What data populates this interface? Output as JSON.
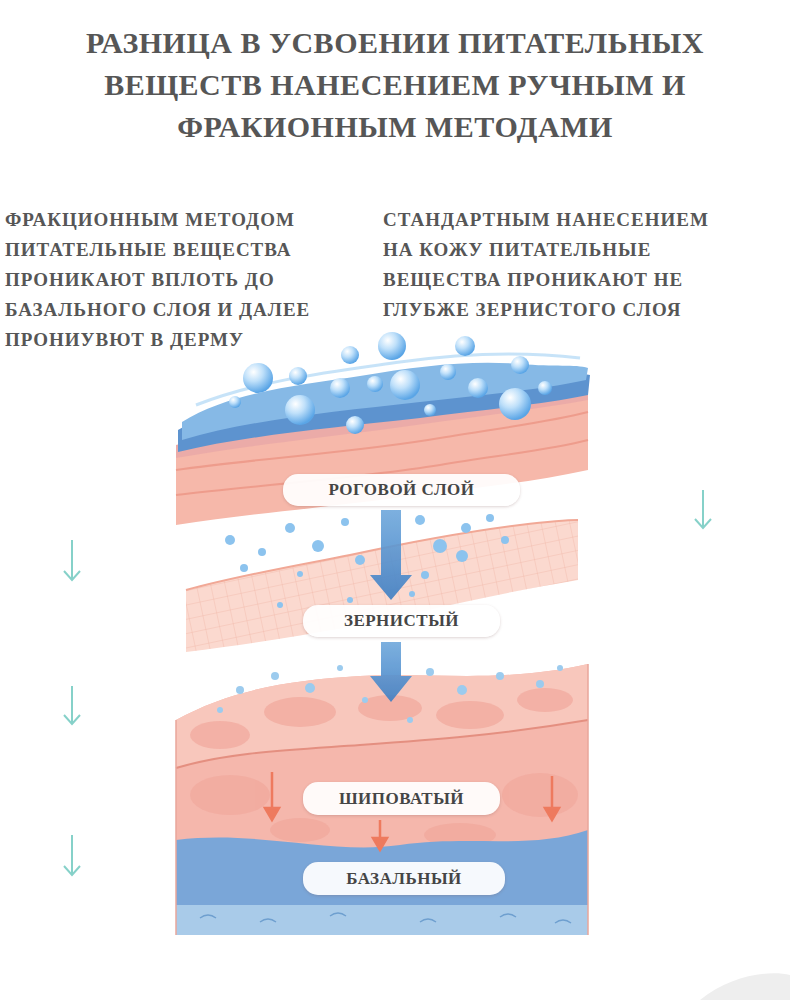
{
  "diagram": {
    "title": "РАЗНИЦА В УСВОЕНИИ ПИТАТЕЛЬНЫХ ВЕЩЕСТВ НАНЕСЕНИЕМ РУЧНЫМ И ФРАКИОННЫМ МЕТОДАМИ",
    "nodes": [
      {
        "text": [
          "РОГОВОЙ СЛОЙ"
        ]
      },
      {
        "text": [
          "ЗЕРНИСТЫЙ"
        ]
      },
      {
        "text": [
          "ШИПОВАТЫЙ"
        ]
      },
      {
        "text": [
          "БАЗАЛЬНЫЙ"
        ]
      }
    ],
    "labels": [
      "ФРАКЦИОННЫМ МЕТОДОМ ПИТАТЕЛЬНЫЕ ВЕЩЕСТВА ПРОНИКАЮТ ВПЛОТЬ ДО БАЗАЛЬНОГО СЛОЯ И ДАЛЕЕ ПРОНИУВЮТ В ДЕРМУ",
      "СТАНДАРТНЫМ НАНЕСЕНИЕМ НА КОЖУ ПИТАТЕЛЬНЫЕ ВЕЩЕСТВА ПРОНИКАЮТ НЕ ГЛУБЖЕ ЗЕРНИСТОГО СЛОЯ"
    ]
  }
}
